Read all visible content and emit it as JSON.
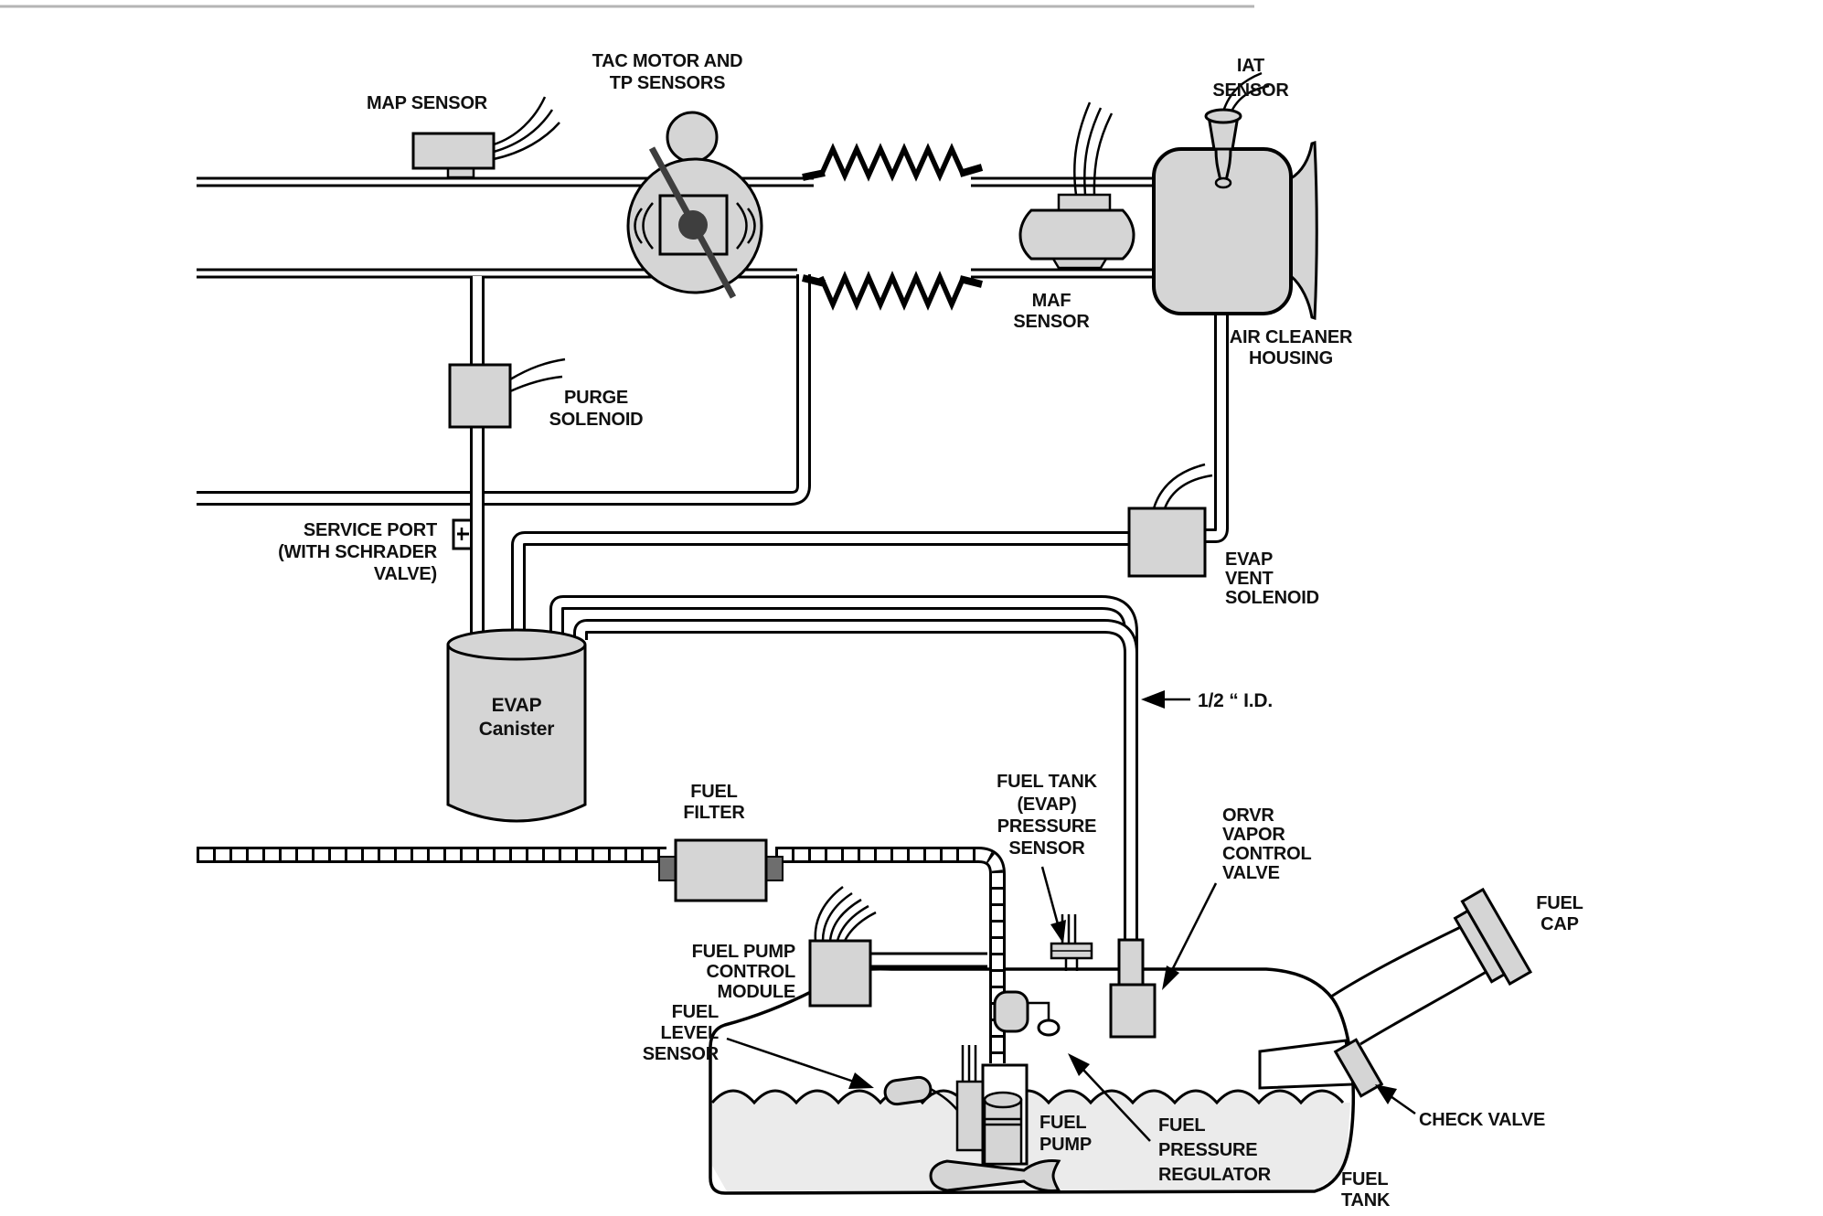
{
  "diagram_type": "EVAP / fuel system component schematic",
  "colors": {
    "background": "#ffffff",
    "component_fill": "#d5d5d5",
    "fuel_fill": "#ebebeb",
    "outline": "#000000",
    "dark_detail": "#3e3e3e",
    "text": "#101010",
    "top_border": "#b5b5b5"
  },
  "labels": {
    "map_sensor": [
      "MAP SENSOR"
    ],
    "tac_motor": [
      "TAC MOTOR AND",
      "TP SENSORS"
    ],
    "iat_sensor": [
      "IAT",
      "SENSOR"
    ],
    "maf_sensor": [
      "MAF",
      "SENSOR"
    ],
    "air_cleaner": [
      "AIR CLEANER",
      "HOUSING"
    ],
    "purge_solenoid": [
      "PURGE",
      "SOLENOID"
    ],
    "service_port": [
      "SERVICE PORT",
      "(WITH SCHRADER",
      "VALVE)"
    ],
    "evap_canister": [
      "EVAP",
      "Canister"
    ],
    "evap_vent_solenoid": [
      "EVAP",
      "VENT",
      "SOLENOID"
    ],
    "half_inch_id": [
      "1/2 “ I.D."
    ],
    "fuel_filter": [
      "FUEL",
      "FILTER"
    ],
    "fuel_tank_pressure_sensor": [
      "FUEL TANK",
      "(EVAP)",
      "PRESSURE",
      "SENSOR"
    ],
    "orvr_valve": [
      "ORVR",
      "VAPOR",
      "CONTROL",
      "VALVE"
    ],
    "fuel_cap": [
      "FUEL",
      "CAP"
    ],
    "fuel_pump_control_module": [
      "FUEL PUMP",
      "CONTROL",
      "MODULE"
    ],
    "fuel_level_sensor": [
      "FUEL",
      "LEVEL",
      "SENSOR"
    ],
    "fuel_pump": [
      "FUEL",
      "PUMP"
    ],
    "fuel_pressure_regulator": [
      "FUEL",
      "PRESSURE",
      "REGULATOR"
    ],
    "check_valve": [
      "CHECK VALVE"
    ],
    "fuel_tank": [
      "FUEL",
      "TANK"
    ]
  }
}
